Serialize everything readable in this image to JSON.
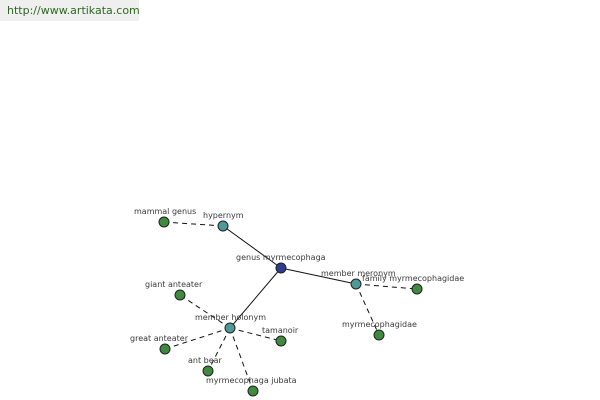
{
  "site_url": "http://www.artikata.com",
  "colors": {
    "hub": "#2f3d8f",
    "relation": "#4d9a97",
    "leaf": "#3f8a3f",
    "url_text": "#2b6a1e"
  },
  "nodes": [
    {
      "id": "genus-myrmecophaga",
      "label": "genus myrmecophaga",
      "kind": "hub"
    },
    {
      "id": "hypernym",
      "label": "hypernym",
      "kind": "relation"
    },
    {
      "id": "member-meronym",
      "label": "member meronym",
      "kind": "relation"
    },
    {
      "id": "member-holonym",
      "label": "member holonym",
      "kind": "relation"
    },
    {
      "id": "mammal-genus",
      "label": "mammal genus",
      "kind": "leaf"
    },
    {
      "id": "family-myrmecophagidae",
      "label": "family myrmecophagidae",
      "kind": "leaf"
    },
    {
      "id": "myrmecophagidae",
      "label": "myrmecophagidae",
      "kind": "leaf"
    },
    {
      "id": "giant-anteater",
      "label": "giant anteater",
      "kind": "leaf"
    },
    {
      "id": "tamanoir",
      "label": "tamanoir",
      "kind": "leaf"
    },
    {
      "id": "great-anteater",
      "label": "great anteater",
      "kind": "leaf"
    },
    {
      "id": "ant-bear",
      "label": "ant bear",
      "kind": "leaf"
    },
    {
      "id": "myrmecophaga-jubata",
      "label": "myrmecophaga jubata",
      "kind": "leaf"
    }
  ],
  "edges": [
    {
      "from": "genus-myrmecophaga",
      "to": "hypernym",
      "style": "solid"
    },
    {
      "from": "genus-myrmecophaga",
      "to": "member-meronym",
      "style": "solid"
    },
    {
      "from": "genus-myrmecophaga",
      "to": "member-holonym",
      "style": "solid"
    },
    {
      "from": "hypernym",
      "to": "mammal-genus",
      "style": "dashed"
    },
    {
      "from": "member-meronym",
      "to": "family-myrmecophagidae",
      "style": "dashed"
    },
    {
      "from": "member-meronym",
      "to": "myrmecophagidae",
      "style": "dashed"
    },
    {
      "from": "member-holonym",
      "to": "giant-anteater",
      "style": "dashed"
    },
    {
      "from": "member-holonym",
      "to": "tamanoir",
      "style": "dashed"
    },
    {
      "from": "member-holonym",
      "to": "great-anteater",
      "style": "dashed"
    },
    {
      "from": "member-holonym",
      "to": "ant-bear",
      "style": "dashed"
    },
    {
      "from": "member-holonym",
      "to": "myrmecophaga-jubata",
      "style": "dashed"
    }
  ]
}
